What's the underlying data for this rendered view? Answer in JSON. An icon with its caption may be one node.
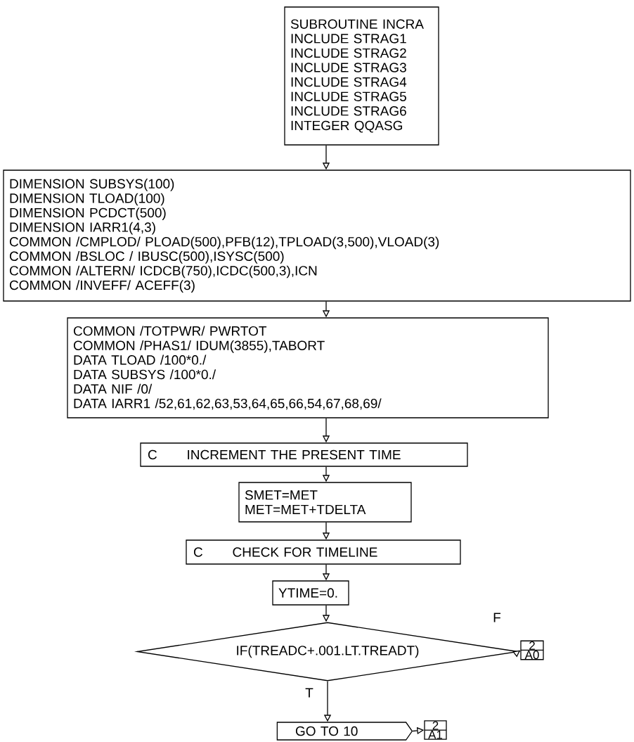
{
  "diagram": {
    "nodes": [
      {
        "text": [
          "SUBROUTINE INCRA",
          "INCLUDE STRAG1",
          "INCLUDE STRAG2",
          "INCLUDE STRAG3",
          "INCLUDE STRAG4",
          "INCLUDE STRAG5",
          "INCLUDE STRAG6",
          "INTEGER QQASG"
        ]
      },
      {
        "text": [
          "DIMENSION SUBSYS(100)",
          "DIMENSION TLOAD(100)",
          "DIMENSION PCDCT(500)",
          "DIMENSION IARR1(4,3)",
          "COMMON /CMPLOD/ PLOAD(500),PFB(12),TPLOAD(3,500),VLOAD(3)",
          "COMMON /BSLOC / IBUSC(500),ISYSC(500)",
          "COMMON /ALTERN/ ICDCB(750),ICDC(500,3),ICN",
          "COMMON /INVEFF/ ACEFF(3)"
        ]
      },
      {
        "text": [
          "COMMON /TOTPWR/ PWRTOT",
          "COMMON /PHAS1/ IDUM(3855),TABORT",
          "DATA TLOAD /100*0./",
          "DATA SUBSYS /100*0./",
          "DATA NIF /0/",
          "DATA IARR1 /52,61,62,63,53,64,65,66,54,67,68,69/"
        ]
      },
      {
        "text": [
          "C",
          "INCREMENT THE PRESENT TIME"
        ]
      },
      {
        "text": [
          "SMET=MET",
          "MET=MET+TDELTA"
        ]
      },
      {
        "text": [
          "C",
          "CHECK FOR TIMELINE"
        ]
      },
      {
        "text": [
          "YTIME=0."
        ]
      },
      {
        "text": [
          "IF(TREADC+.001.LT.TREADT)"
        ]
      },
      {
        "text": [
          "2",
          "A0"
        ]
      },
      {
        "text": [
          "GO TO 10"
        ]
      },
      {
        "text": [
          "2",
          "A1"
        ]
      }
    ],
    "edges": [
      {
        "from": 0,
        "to": 1,
        "arrow": "to"
      },
      {
        "from": 1,
        "to": 2,
        "arrow": "to"
      },
      {
        "from": 2,
        "to": 3,
        "arrow": "to"
      },
      {
        "from": 3,
        "to": 4,
        "arrow": "to"
      },
      {
        "from": 4,
        "to": 5,
        "arrow": "to"
      },
      {
        "from": 5,
        "to": 6,
        "arrow": "to"
      },
      {
        "from": 6,
        "to": 7,
        "arrow": "to"
      },
      {
        "from": 7,
        "to": 8,
        "arrow": "to",
        "label": "F"
      },
      {
        "from": 7,
        "to": 9,
        "arrow": "to",
        "label": "T"
      },
      {
        "from": 9,
        "to": 10,
        "arrow": "to"
      }
    ]
  }
}
